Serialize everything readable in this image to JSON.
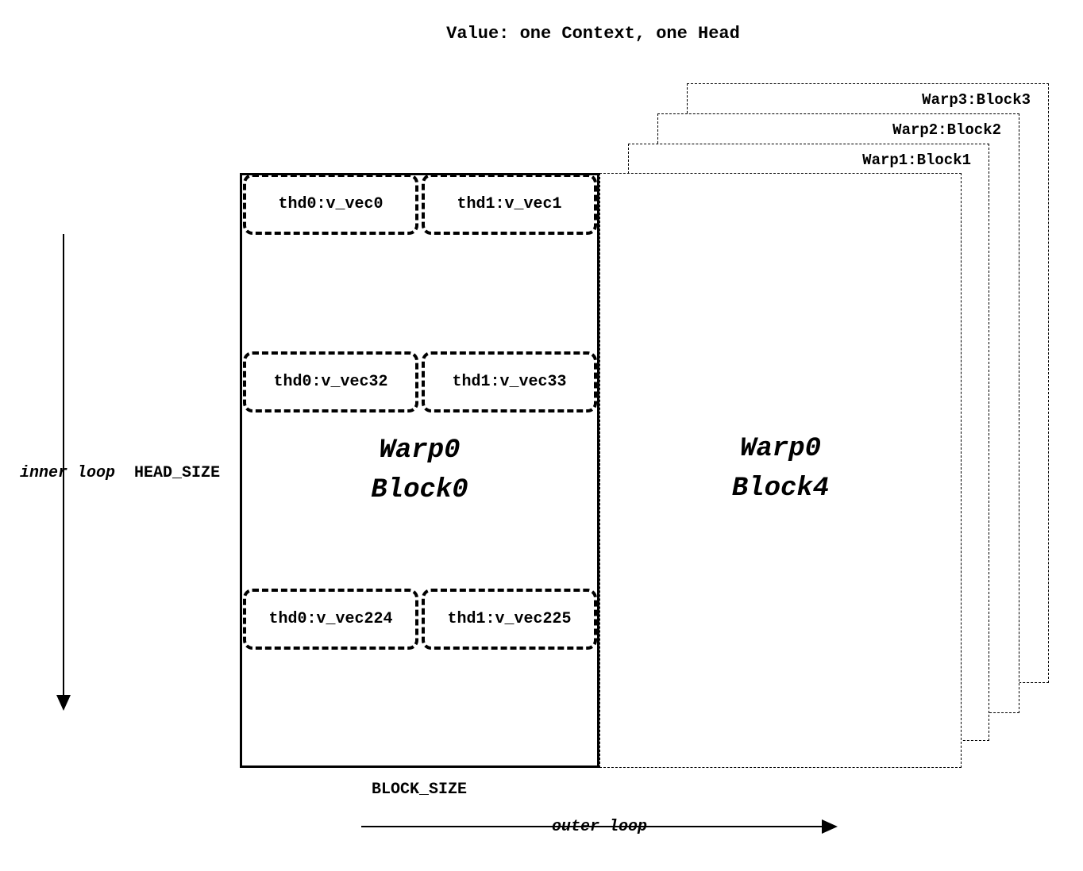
{
  "title": "Value: one Context, one Head",
  "stack": {
    "warp1": "Warp1:Block1",
    "warp2": "Warp2:Block2",
    "warp3": "Warp3:Block3"
  },
  "block0": {
    "line1": "Warp0",
    "line2": "Block0"
  },
  "block4": {
    "line1": "Warp0",
    "line2": "Block4"
  },
  "vec_rows": {
    "row1": {
      "left": "thd0:v_vec0",
      "right": "thd1:v_vec1"
    },
    "row2": {
      "left": "thd0:v_vec32",
      "right": "thd1:v_vec33"
    },
    "row3": {
      "left": "thd0:v_vec224",
      "right": "thd1:v_vec225"
    }
  },
  "axis": {
    "inner_loop": "inner loop",
    "head_size": "HEAD_SIZE",
    "outer_loop": "outer loop",
    "block_size": "BLOCK_SIZE"
  }
}
